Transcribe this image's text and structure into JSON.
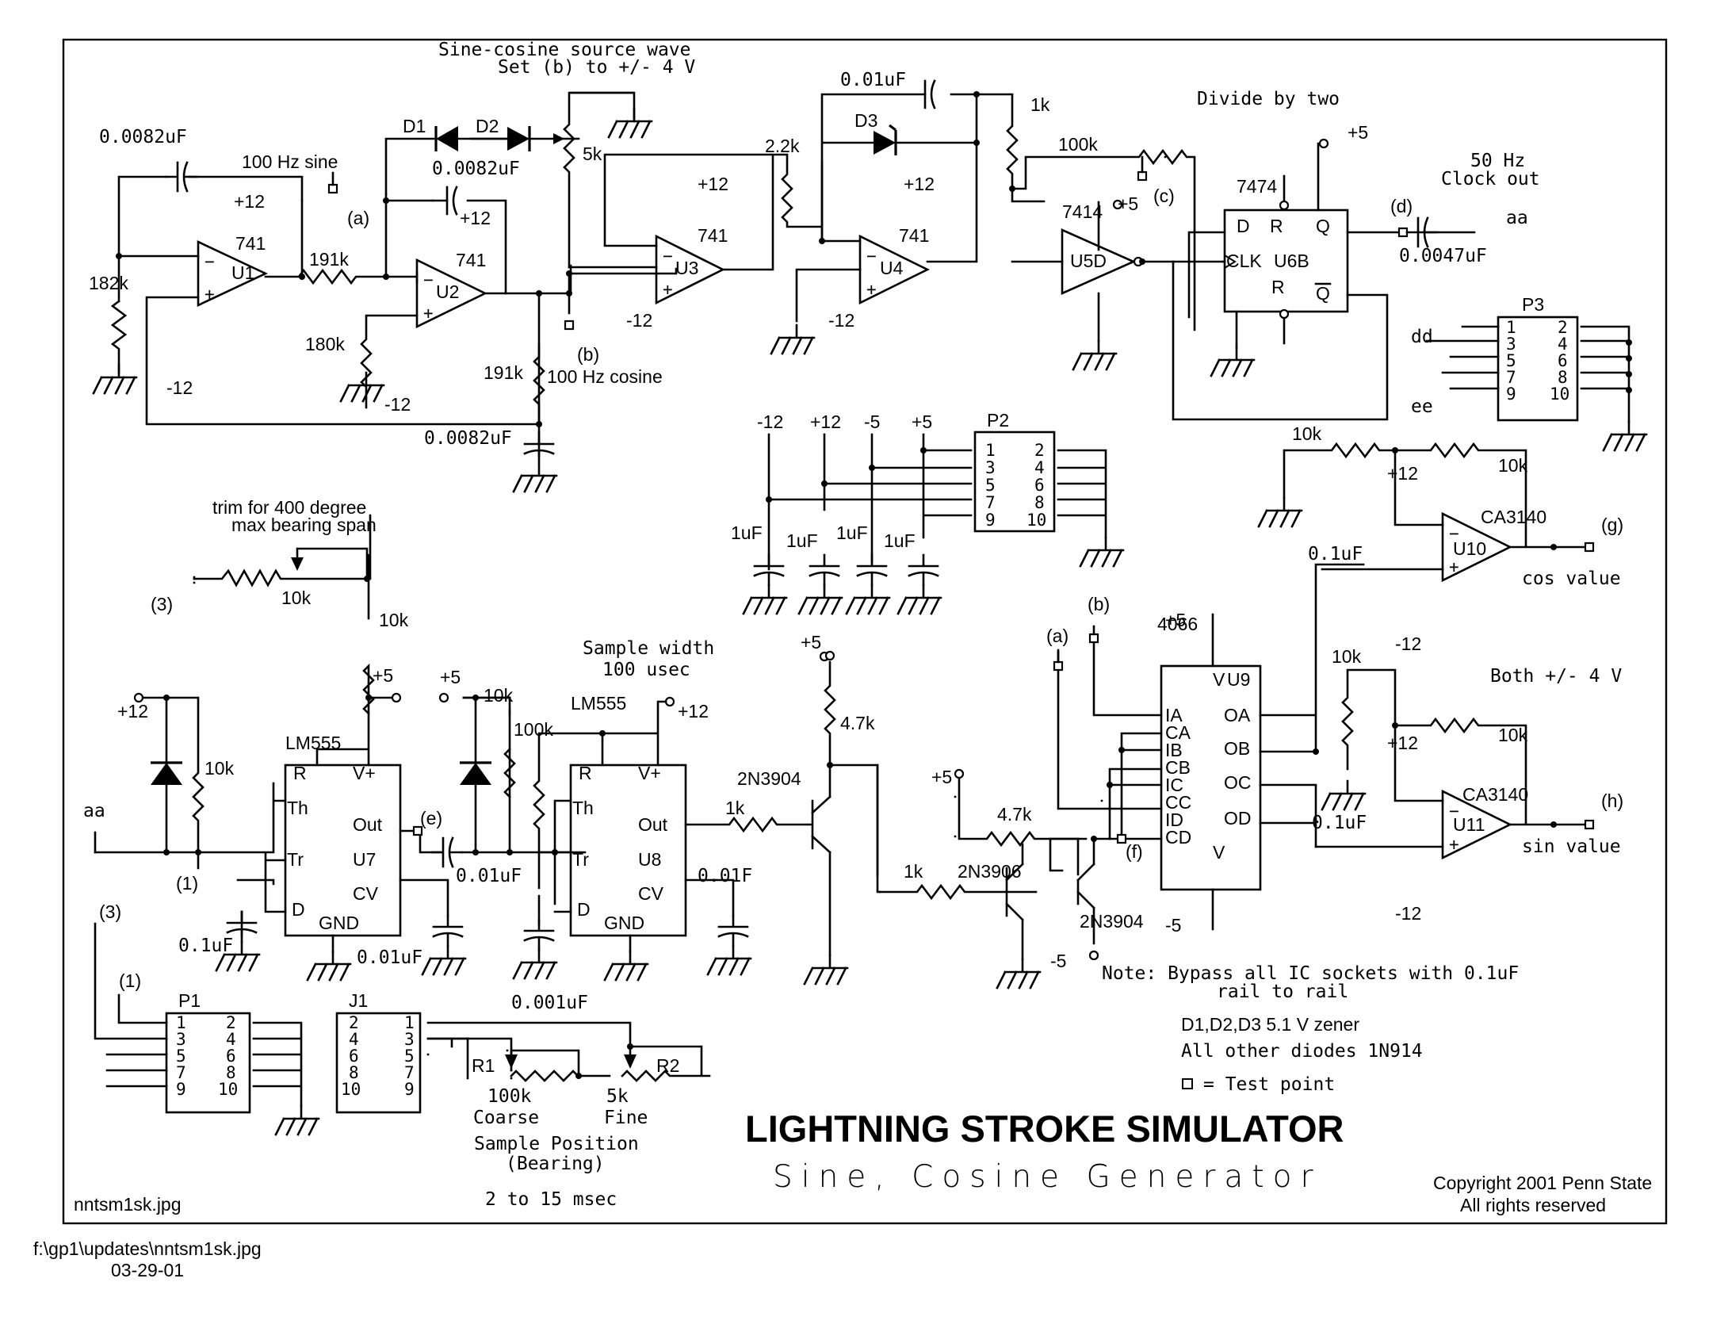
{
  "title": "LIGHTNING STROKE SIMULATOR",
  "subtitle": "Sine, Cosine Generator",
  "copyright": [
    "Copyright 2001 Penn State",
    "All rights reserved"
  ],
  "image_name": "nntsm1sk.jpg",
  "file_path": "f:\\gp1\\updates\\nntsm1sk.jpg",
  "file_date": "03-29-01",
  "notes": {
    "bypass": [
      "Note: Bypass all IC sockets with 0.1uF",
      "rail to rail"
    ],
    "zener": "D1,D2,D3  5.1 V zener",
    "diodes": "All other diodes 1N914",
    "test_point": "= Test point"
  },
  "sections": {
    "source_wave": [
      "Sine-cosine source wave",
      "Set (b) to +/- 4 V"
    ],
    "divide": "Divide by two",
    "clock": [
      "50 Hz",
      "Clock out"
    ],
    "trim": [
      "trim for 400 degree",
      "max bearing span"
    ],
    "sample_width": [
      "Sample width",
      "100 usec"
    ],
    "both": "Both +/- 4 V",
    "sample_position": [
      "Sample Position",
      "(Bearing)",
      "2 to 15 msec"
    ]
  },
  "labels": {
    "c_0082": "0.0082uF",
    "sine": "100 Hz sine",
    "cosine": "100 Hz cosine",
    "c_001": "0.01uF",
    "c_01": "0.1uF",
    "c_0047": "0.0047uF",
    "c_001uF": "0.001uF",
    "c_001F": "0.01F",
    "c_1uF": "1uF",
    "d1": "D1",
    "d2": "D2",
    "d3": "D3",
    "r_182k": "182k",
    "r_191k": "191k",
    "r_180k": "180k",
    "r_5k": "5k",
    "r_22k": "2.2k",
    "r_1k": "1k",
    "r_100k": "100k",
    "r_10k": "10k",
    "r_47k": "4.7k",
    "op741": "741",
    "u1": "U1",
    "u2": "U2",
    "u3": "U3",
    "u4": "U4",
    "u5d": "U5D",
    "u6b": "U6B",
    "u7": "U7",
    "u8": "U8",
    "u9": "U9",
    "u10": "U10",
    "u11": "U11",
    "ic7414": "7414",
    "ic7474": "7474",
    "ic4066": "4066",
    "ca3140": "CA3140",
    "lm555": "LM555",
    "q2n3904": "2N3904",
    "q2n3906": "2N3906",
    "p1": "P1",
    "p2": "P2",
    "p3": "P3",
    "j1": "J1",
    "r1": "R1",
    "r2": "R2",
    "coarse": "Coarse",
    "fine": "Fine",
    "r1_val": "100k",
    "r2_val": "5k",
    "p12": "+12",
    "m12": "-12",
    "p5": "+5",
    "m5": "-5",
    "tp_a": "(a)",
    "tp_b": "(b)",
    "tp_c": "(c)",
    "tp_d": "(d)",
    "tp_e": "(e)",
    "tp_f": "(f)",
    "tp_g": "(g)",
    "tp_h": "(h)",
    "n1": "(1)",
    "n3": "(3)",
    "aa": "aa",
    "dd": "dd",
    "ee": "ee",
    "cos_value": "cos value",
    "sin_value": "sin value",
    "clk": "CLK",
    "d_in": "D",
    "q": "Q",
    "qbar": "Q",
    "th": "Th",
    "tr": "Tr",
    "out": "Out",
    "cv": "CV",
    "gnd": "GND",
    "vplus": "V+",
    "r_pin": "R",
    "d_pin": "D",
    "ia": "IA",
    "ca": "CA",
    "ib": "IB",
    "cb": "CB",
    "ic": "IC",
    "cc": "CC",
    "id": "ID",
    "cd": "CD",
    "oa": "OA",
    "ob": "OB",
    "oc": "OC",
    "od": "OD",
    "v": "V"
  },
  "connectors": {
    "odd": [
      "1",
      "3",
      "5",
      "7",
      "9"
    ],
    "even": [
      "2",
      "4",
      "6",
      "8",
      "10"
    ],
    "p2_rails": [
      "-12",
      "+12",
      "-5",
      "+5"
    ]
  }
}
